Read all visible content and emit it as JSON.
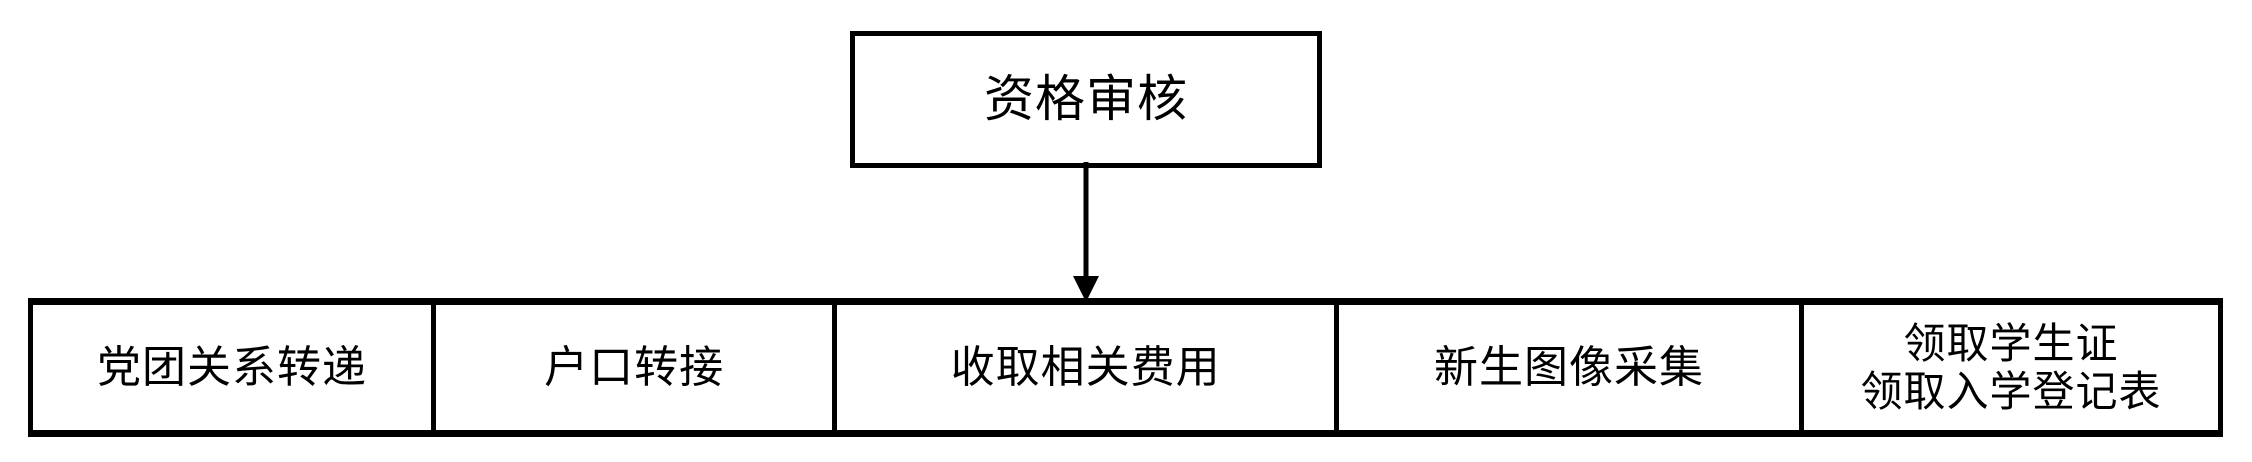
{
  "diagram": {
    "type": "flowchart",
    "title_node": {
      "label": "资格审核"
    },
    "connector": {
      "kind": "arrow-down",
      "from": "资格审核",
      "to": "收取相关费用",
      "arrowhead": "filled-triangle-down"
    },
    "row": {
      "cells": [
        {
          "lines": [
            "党团关系转递"
          ]
        },
        {
          "lines": [
            "户口转接"
          ]
        },
        {
          "lines": [
            "收取相关费用"
          ]
        },
        {
          "lines": [
            "新生图像采集"
          ]
        },
        {
          "lines": [
            "领取学生证",
            "领取入学登记表"
          ]
        }
      ]
    },
    "colors": {
      "stroke": "#000000",
      "fill": "#ffffff",
      "text": "#000000"
    }
  }
}
